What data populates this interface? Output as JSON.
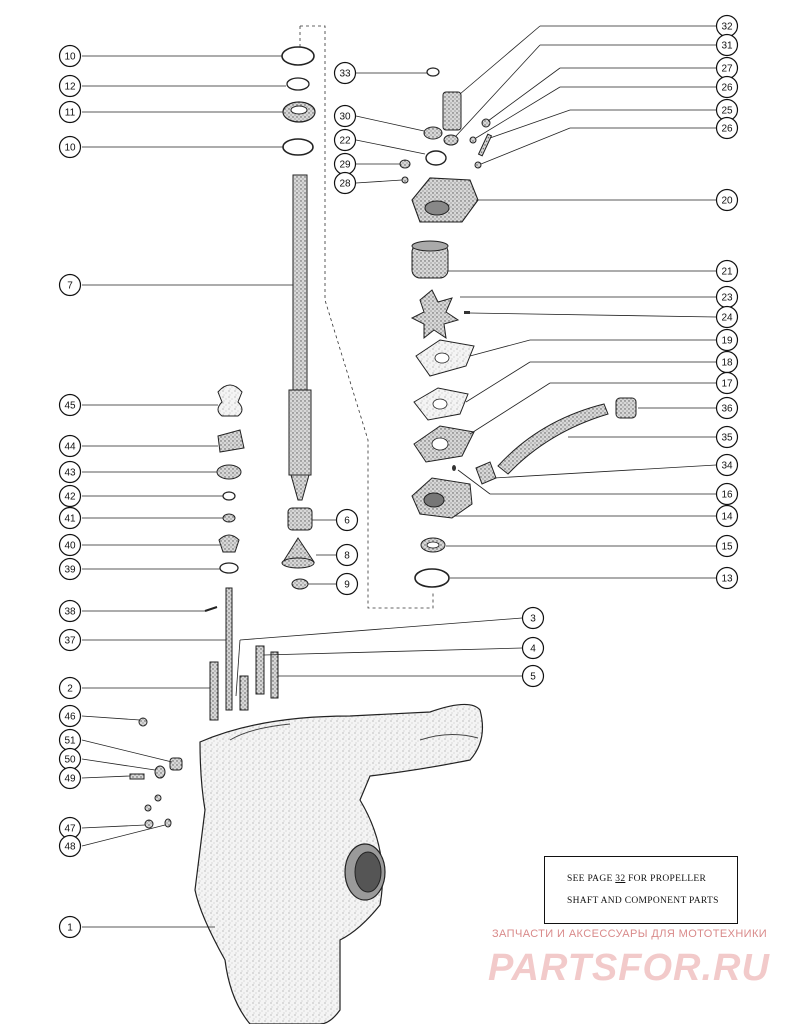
{
  "callouts": {
    "n10a": "10",
    "n12": "12",
    "n11": "11",
    "n10b": "10",
    "n7": "7",
    "n45": "45",
    "n44": "44",
    "n43": "43",
    "n42": "42",
    "n41": "41",
    "n40": "40",
    "n39": "39",
    "n38": "38",
    "n37": "37",
    "n2": "2",
    "n46": "46",
    "n51": "51",
    "n50": "50",
    "n49": "49",
    "n47": "47",
    "n48": "48",
    "n1": "1",
    "n6": "6",
    "n8": "8",
    "n9": "9",
    "n33": "33",
    "n30": "30",
    "n22": "22",
    "n29": "29",
    "n28": "28",
    "n32": "32",
    "n31": "31",
    "n27": "27",
    "n26a": "26",
    "n25": "25",
    "n26b": "26",
    "n20": "20",
    "n21": "21",
    "n23": "23",
    "n24": "24",
    "n19": "19",
    "n18": "18",
    "n17": "17",
    "n36": "36",
    "n35": "35",
    "n34": "34",
    "n16": "16",
    "n14": "14",
    "n15": "15",
    "n13": "13",
    "n3": "3",
    "n4": "4",
    "n5": "5"
  },
  "note": {
    "prefix": "SEE PAGE ",
    "page": "32",
    "suffix": " FOR PROPELLER",
    "line2": "SHAFT AND COMPONENT PARTS"
  },
  "watermark": {
    "tagline": "ЗАПЧАСТИ И АКСЕССУАРЫ ДЛЯ МОТОТЕХНИКИ",
    "logo": "PARTSFOR.RU",
    "color": "#e8a0a0"
  }
}
